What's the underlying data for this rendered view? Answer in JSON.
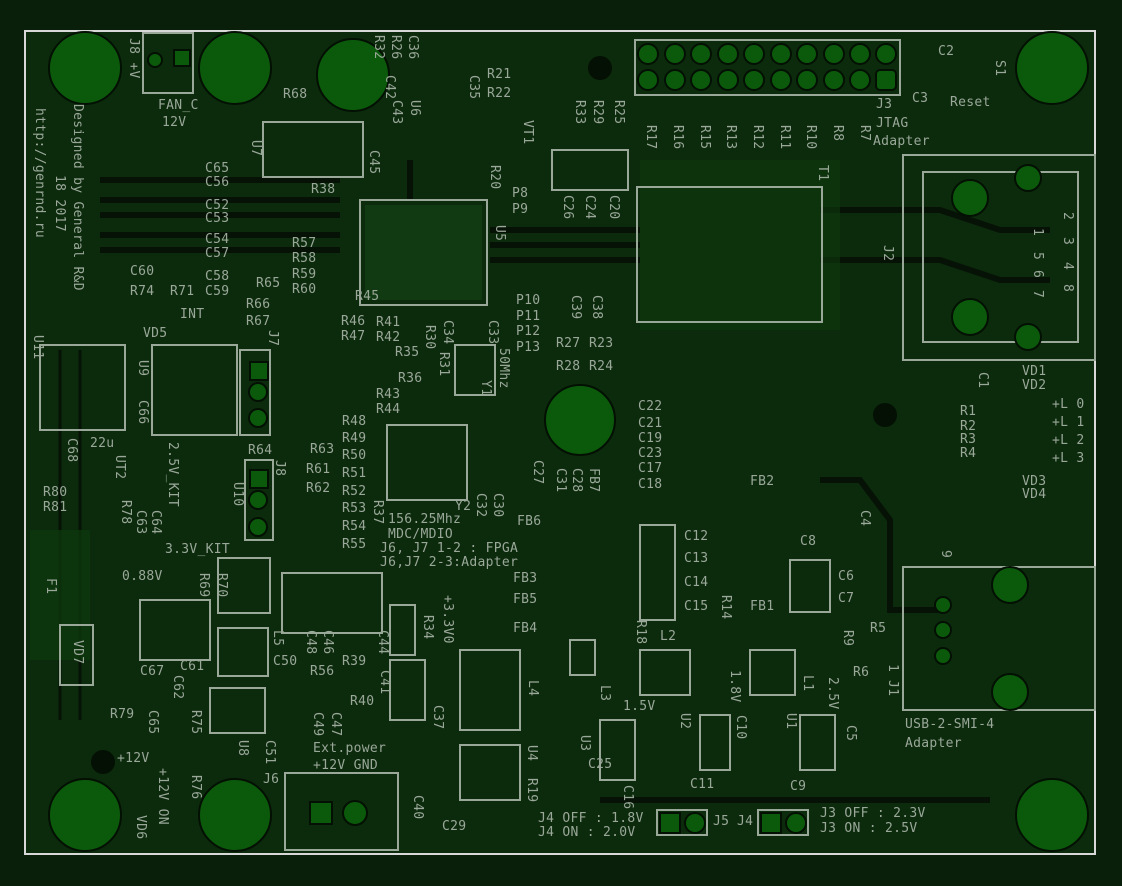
{
  "board": {
    "colors": {
      "substrate": "#0a1f0a",
      "copper": "#0b5a0b",
      "silkscreen": "#9aa89a",
      "outline": "#d8d8d8",
      "trace": "#061006"
    },
    "credits": {
      "designer": "Designed by General R&D",
      "date": "18 2017",
      "url": "http://genrnd.ru"
    },
    "notes": {
      "fan_label": "FAN_C",
      "fan_voltage": "12V",
      "fan_conn": "J8 +V",
      "jtag_ref": "J3",
      "jtag_title": "JTAG",
      "jtag_sub": "Adapter",
      "reset": "Reset",
      "switch": "S1",
      "usb_title": "USB-2-SMI-4",
      "usb_sub": "Adapter",
      "osc1": "156.25Mhz",
      "mdio": "MDC/MDIO",
      "j67_fpga": "J6, J7 1-2 : FPGA",
      "j67_adapter": "J6,J7 2-3:Adapter",
      "osc2": "50Mhz",
      "int": "INT",
      "kit33": "3.3V_KIT",
      "kit25": "2.5V_KIT",
      "v088": "0.88V",
      "v33": "+3.3V0",
      "v15": "1.5V",
      "v18": "1.8V",
      "v25": "2.5V",
      "v12": "+12V",
      "v12on": "+12V ON",
      "ext_power": "Ext.power",
      "ext_pins": "+12V GND",
      "j4_off": "J4 OFF : 1.8V",
      "j4_on": "J4 ON : 2.0V",
      "j3_off": "J3 OFF : 2.3V",
      "j3_on": "J3 ON : 2.5V",
      "led0": "+L 0",
      "led1": "+L 1",
      "led2": "+L 2",
      "led3": "+L 3"
    },
    "refdes": [
      "R68",
      "U7",
      "C45",
      "R38",
      "R32",
      "R26",
      "C36",
      "C42",
      "C43",
      "U6",
      "R21",
      "R22",
      "C35",
      "VT1",
      "R20",
      "P8",
      "P9",
      "R33",
      "R29",
      "R25",
      "C26",
      "C24",
      "C20",
      "R17",
      "R16",
      "R15",
      "R13",
      "R12",
      "R11",
      "R10",
      "R8",
      "R7",
      "C2",
      "C3",
      "T1",
      "J2",
      "U5",
      "C65",
      "C56",
      "C52",
      "C53",
      "C54",
      "C57",
      "C58",
      "C59",
      "C60",
      "R74",
      "R71",
      "R65",
      "R57",
      "R58",
      "R59",
      "R60",
      "R45",
      "R66",
      "R67",
      "VD5",
      "R46",
      "R47",
      "R41",
      "R42",
      "R35",
      "C34",
      "C33",
      "R30",
      "R31",
      "R36",
      "R43",
      "R44",
      "Y1",
      "P10",
      "P11",
      "P12",
      "P13",
      "C39",
      "C38",
      "R27",
      "R23",
      "R28",
      "R24",
      "U9",
      "C66",
      "J7",
      "C68",
      "U11",
      "R80",
      "R81",
      "R78",
      "UT2",
      "22u",
      "C63",
      "C64",
      "U10",
      "R64",
      "J8",
      "R63",
      "R61",
      "R62",
      "R48",
      "R49",
      "R50",
      "R51",
      "R52",
      "R53",
      "R54",
      "R55",
      "R37",
      "Y2",
      "C32",
      "C30",
      "C27",
      "C31",
      "C28",
      "FB7",
      "C22",
      "C21",
      "C19",
      "C23",
      "C17",
      "C18",
      "FB2",
      "FB6",
      "C4",
      "C12",
      "C13",
      "C14",
      "C15",
      "C8",
      "C6",
      "C7",
      "FB3",
      "FB5",
      "FB4",
      "FB1",
      "R14",
      "R18",
      "L2",
      "R9",
      "R5",
      "R6",
      "J1",
      "9",
      "R34",
      "L4",
      "L3",
      "U2",
      "C10",
      "L1",
      "U1",
      "C5",
      "U3",
      "U4",
      "R19",
      "C25",
      "C16",
      "C11",
      "C9",
      "C29",
      "C40",
      "C37",
      "L5",
      "C50",
      "R56",
      "R39",
      "R40",
      "C41",
      "C47",
      "C49",
      "C51",
      "C48",
      "C46",
      "C44",
      "R69",
      "R70",
      "C67",
      "C61",
      "C62",
      "R79",
      "C65",
      "R75",
      "U8",
      "R76",
      "VD6",
      "J6",
      "J5",
      "J4",
      "F1",
      "VD7",
      "VD1",
      "VD2",
      "C1",
      "R1",
      "R2",
      "R3",
      "R4",
      "VD3",
      "VD4",
      "1"
    ],
    "rj45_pins": [
      "2",
      "1",
      "3",
      "5",
      "4",
      "6",
      "7",
      "8"
    ]
  }
}
